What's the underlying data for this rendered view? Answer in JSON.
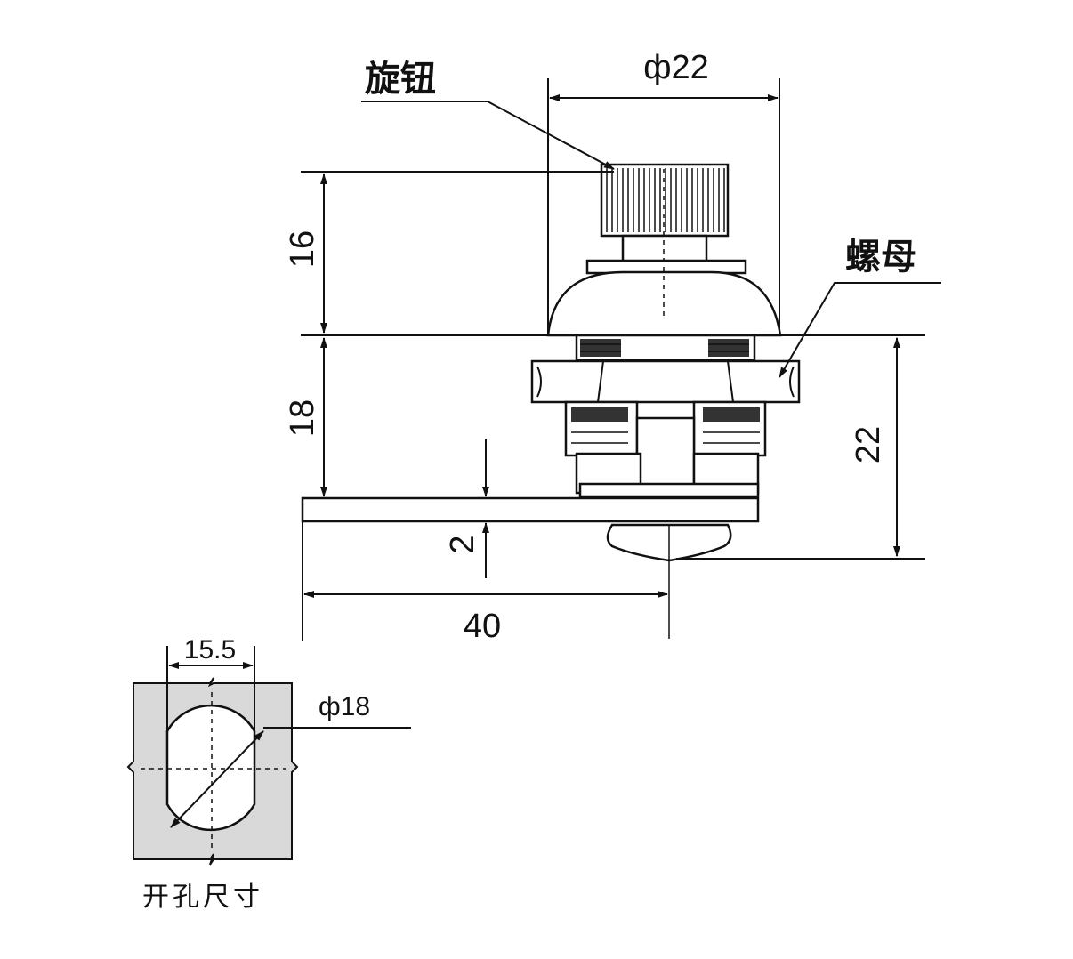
{
  "labels": {
    "knob": "旋钮",
    "nut": "螺母",
    "cutout_caption": "开孔尺寸"
  },
  "dimensions": {
    "knob_diameter": "ф22",
    "knob_height": "16",
    "body_height": "18",
    "body_depth": "22",
    "plate_thickness": "2",
    "cam_length": "40",
    "hole_flat_width": "15.5",
    "hole_diameter": "ф18"
  }
}
